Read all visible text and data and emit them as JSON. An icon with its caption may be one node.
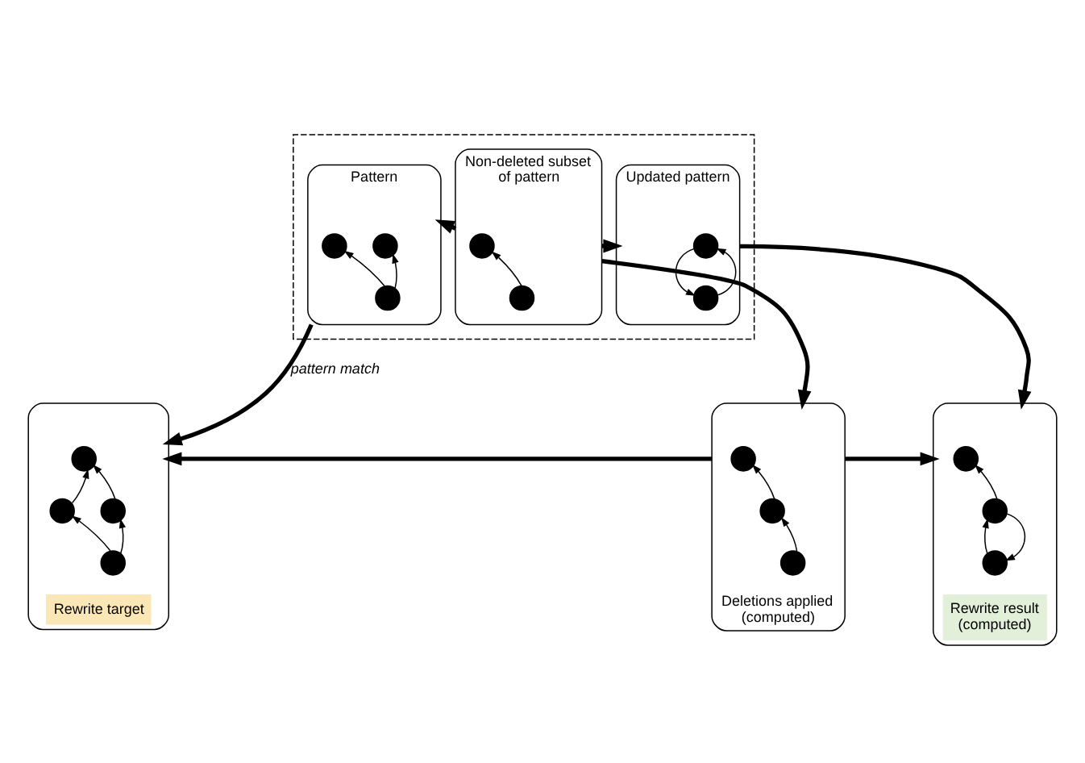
{
  "diagram": {
    "nodes": [
      {
        "text": [],
        "shape": "box"
      },
      {
        "text": [
          "Pattern"
        ],
        "in": 0
      },
      {
        "text": [],
        "shape": "circle",
        "in": 1
      },
      {
        "text": [],
        "shape": "circle",
        "in": 1
      },
      {
        "text": [],
        "shape": "circle",
        "in": 1
      },
      {
        "text": [
          "Non-deleted subset of pattern"
        ],
        "in": 0
      },
      {
        "text": [],
        "shape": "circle",
        "in": 5
      },
      {
        "text": [],
        "shape": "circle",
        "in": 5
      },
      {
        "text": [
          "Updated pattern"
        ],
        "in": 0
      },
      {
        "text": [],
        "shape": "circle",
        "in": 8
      },
      {
        "text": [],
        "shape": "circle",
        "in": 8
      },
      {
        "text": [
          "Rewrite target"
        ]
      },
      {
        "text": [],
        "shape": "circle",
        "in": 11
      },
      {
        "text": [],
        "shape": "circle",
        "in": 11
      },
      {
        "text": [],
        "shape": "circle",
        "in": 11
      },
      {
        "text": [],
        "shape": "circle",
        "in": 11
      },
      {
        "text": [
          "Deletions applied (computed)"
        ]
      },
      {
        "text": [],
        "shape": "circle",
        "in": 16
      },
      {
        "text": [],
        "shape": "circle",
        "in": 16
      },
      {
        "text": [],
        "shape": "circle",
        "in": 16
      },
      {
        "text": [
          "Rewrite result (computed)"
        ]
      },
      {
        "text": [],
        "shape": "circle",
        "in": 20
      },
      {
        "text": [],
        "shape": "circle",
        "in": 20
      },
      {
        "text": [],
        "shape": "circle",
        "in": 20
      }
    ],
    "edges": [
      {
        "from": 5,
        "to": 1,
        "arrow": "to",
        "style": "thick"
      },
      {
        "from": 5,
        "to": 8,
        "arrow": "to",
        "style": "thick"
      },
      {
        "from": 1,
        "to": 11,
        "arrow": "to",
        "style": "thick",
        "label": "pattern match"
      },
      {
        "from": 5,
        "to": 16,
        "arrow": "to",
        "style": "thick"
      },
      {
        "from": 8,
        "to": 20,
        "arrow": "to",
        "style": "thick"
      },
      {
        "from": 16,
        "to": 11,
        "arrow": "to",
        "style": "thick"
      },
      {
        "from": 16,
        "to": 20,
        "arrow": "to",
        "style": "thick"
      },
      {
        "from": 4,
        "to": 2,
        "arrow": "to"
      },
      {
        "from": 4,
        "to": 3,
        "arrow": "to"
      },
      {
        "from": 7,
        "to": 6,
        "arrow": "to"
      },
      {
        "from": 9,
        "to": 10,
        "arrow": "to"
      },
      {
        "from": 10,
        "to": 9,
        "arrow": "to"
      },
      {
        "from": 15,
        "to": 13,
        "arrow": "to"
      },
      {
        "from": 13,
        "to": 12,
        "arrow": "to"
      },
      {
        "from": 15,
        "to": 14,
        "arrow": "to"
      },
      {
        "from": 14,
        "to": 12,
        "arrow": "to"
      },
      {
        "from": 19,
        "to": 18,
        "arrow": "to"
      },
      {
        "from": 18,
        "to": 17,
        "arrow": "to"
      },
      {
        "from": 23,
        "to": 22,
        "arrow": "to"
      },
      {
        "from": 22,
        "to": 23,
        "arrow": "to"
      },
      {
        "from": 22,
        "to": 21,
        "arrow": "to"
      }
    ]
  }
}
